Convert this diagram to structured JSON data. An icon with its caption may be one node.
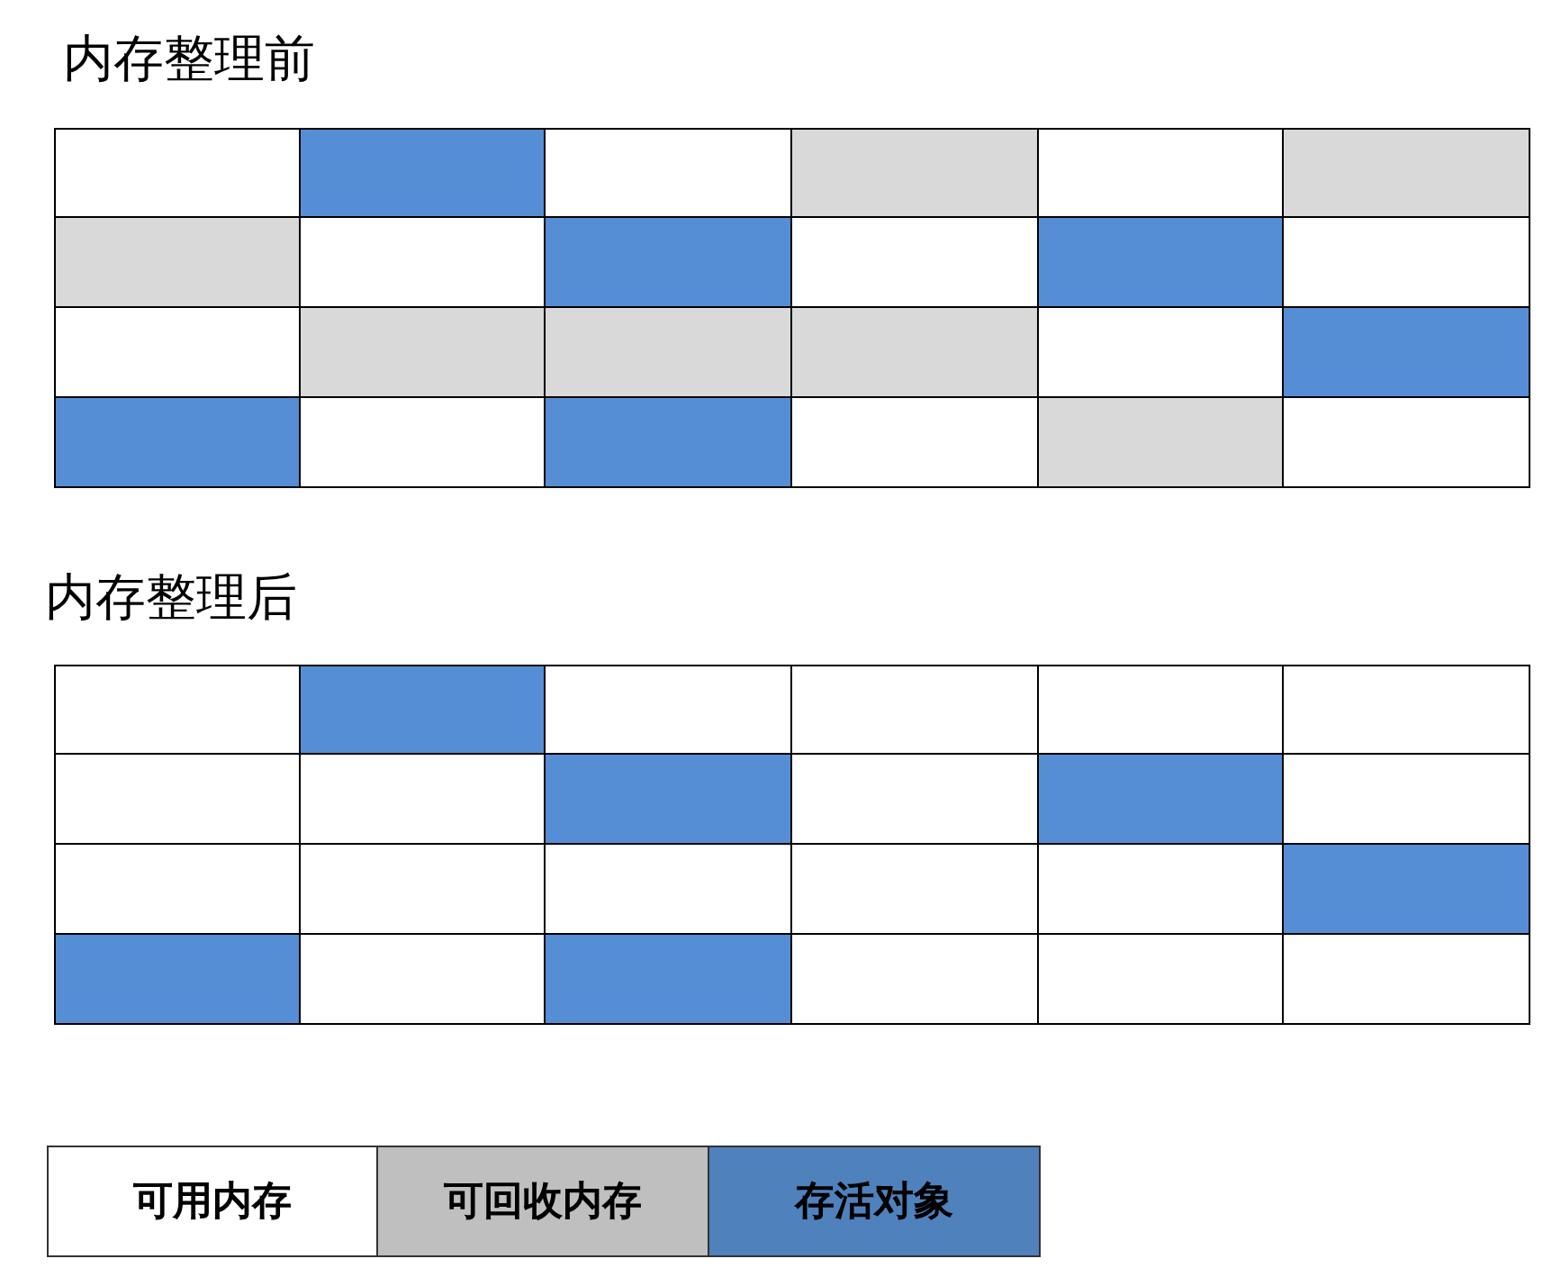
{
  "diagram": {
    "labels": [
      "内存整理前",
      "内存整理后"
    ],
    "legend": [
      {
        "text": "可用内存",
        "color": "#ffffff"
      },
      {
        "text": "可回收内存",
        "color": "#bfbfbf"
      },
      {
        "text": "存活对象",
        "color": "#4f81bd"
      }
    ]
  }
}
